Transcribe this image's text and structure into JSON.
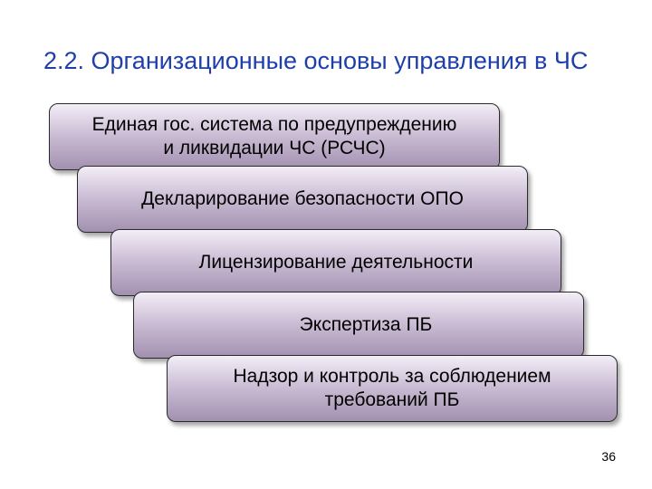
{
  "title": "2.2. Организационные основы управления в ЧС",
  "steps": [
    "Единая гос. система по предупреждению\nи ликвидации ЧС (РСЧС)",
    "Декларирование безопасности ОПО",
    "Лицензирование деятельности",
    "Экспертиза ПБ",
    "Надзор и контроль за соблюдением\nтребований ПБ"
  ],
  "page_number": "36"
}
